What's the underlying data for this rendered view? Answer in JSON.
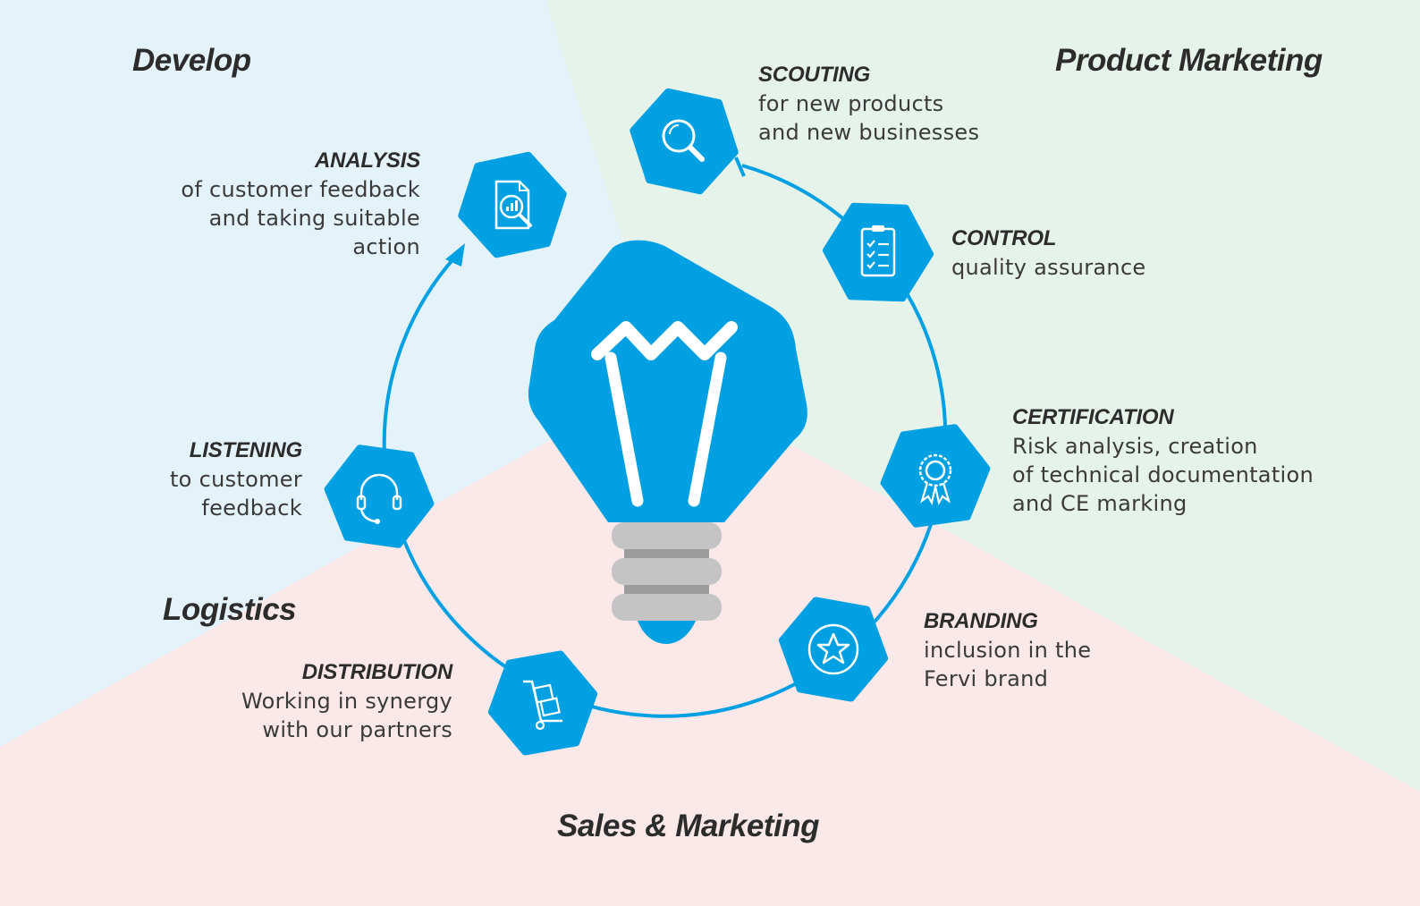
{
  "colors": {
    "accent": "#00a0e3",
    "develop_bg": "#e4f3fa",
    "product_marketing_bg": "#e5f3eb",
    "sales_marketing_bg": "#fbe9e9",
    "bulb_base": "#bfbfbf"
  },
  "regions": {
    "develop": "Develop",
    "product_marketing": "Product Marketing",
    "logistics": "Logistics",
    "sales_marketing": "Sales & Marketing"
  },
  "steps": {
    "scouting": {
      "title": "SCOUTING",
      "lines": [
        "for new products",
        "and new businesses"
      ],
      "icon": "magnifier-icon"
    },
    "control": {
      "title": "CONTROL",
      "lines": [
        "quality assurance"
      ],
      "icon": "checklist-icon"
    },
    "certification": {
      "title": "CERTIFICATION",
      "lines": [
        "Risk analysis, creation",
        "of technical documentation",
        "and CE marking"
      ],
      "icon": "rosette-icon"
    },
    "branding": {
      "title": "BRANDING",
      "lines": [
        "inclusion in the",
        "Fervi brand"
      ],
      "icon": "star-icon"
    },
    "distribution": {
      "title": "DISTRIBUTION",
      "lines": [
        "Working in synergy",
        "with our partners"
      ],
      "icon": "hand-truck-icon"
    },
    "listening": {
      "title": "LISTENING",
      "lines": [
        "to customer",
        "feedback"
      ],
      "icon": "headset-icon"
    },
    "analysis": {
      "title": "ANALYSIS",
      "lines": [
        "of customer feedback",
        "and taking suitable",
        "action"
      ],
      "icon": "report-magnifier-icon"
    }
  },
  "center": {
    "icon": "lightbulb-icon"
  }
}
